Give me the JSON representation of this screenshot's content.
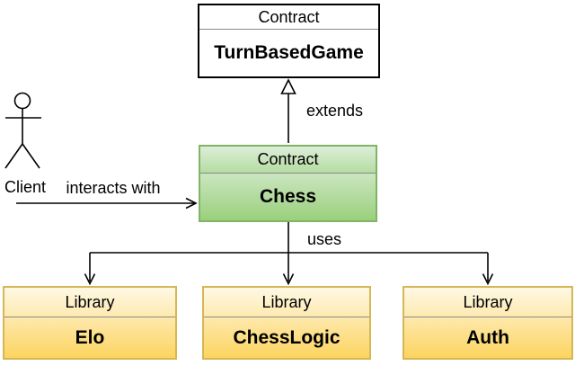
{
  "diagram": {
    "title_hint": "smart-contract architecture diagram",
    "actor": {
      "label": "Client"
    },
    "nodes": {
      "turn_based_game": {
        "stereotype": "Contract",
        "name": "TurnBasedGame"
      },
      "chess": {
        "stereotype": "Contract",
        "name": "Chess"
      },
      "elo": {
        "stereotype": "Library",
        "name": "Elo"
      },
      "chess_logic": {
        "stereotype": "Library",
        "name": "ChessLogic"
      },
      "auth": {
        "stereotype": "Library",
        "name": "Auth"
      }
    },
    "edges": {
      "interacts": {
        "label": "interacts with",
        "from": "Client",
        "to": "Chess",
        "arrowhead": "open"
      },
      "extends": {
        "label": "extends",
        "from": "Chess",
        "to": "TurnBasedGame",
        "arrowhead": "hollow-triangle"
      },
      "uses": {
        "label": "uses",
        "from": "Chess",
        "to": [
          "Elo",
          "ChessLogic",
          "Auth"
        ],
        "arrowhead": "open"
      }
    },
    "colors": {
      "background": "#ffffff",
      "contract_impl_fill_top": "#d5e8d4",
      "contract_impl_fill_bottom": "#97d077",
      "contract_impl_border": "#82b366",
      "library_fill_top": "#fff2cc",
      "library_fill_bottom": "#ffd966",
      "library_border": "#d6b656",
      "base_contract_border": "#000000",
      "divider": "#8a8a8a",
      "line": "#000000",
      "text": "#000000"
    }
  }
}
